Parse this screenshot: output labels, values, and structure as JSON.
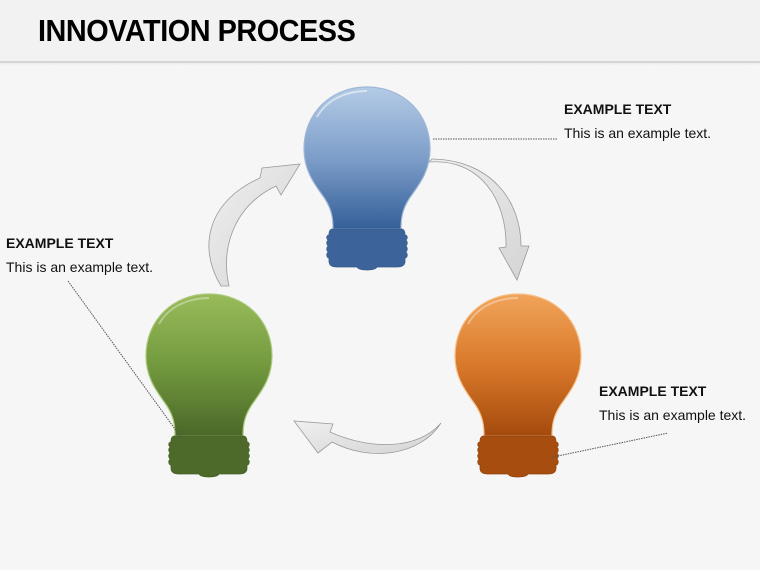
{
  "header": {
    "title": "INNOVATION PROCESS"
  },
  "bulbs": [
    {
      "name": "top",
      "color_light": "#a9c1de",
      "color_dark": "#37629a",
      "base": "#3c649a"
    },
    {
      "name": "left",
      "color_light": "#92b455",
      "color_dark": "#4b6a2a",
      "base": "#4d6a2b"
    },
    {
      "name": "right",
      "color_light": "#f0a256",
      "color_dark": "#a84b0c",
      "base": "#a74d10"
    }
  ],
  "labels": [
    {
      "heading": "EXAMPLE TEXT",
      "body": "This is an example text."
    },
    {
      "heading": "EXAMPLE TEXT",
      "body": "This is an example text."
    },
    {
      "heading": "EXAMPLE TEXT",
      "body": "This is an example text."
    }
  ],
  "colors": {
    "arrow_fill": "#e4e4e4",
    "arrow_stroke": "#9a9a9a",
    "leader_line": "#555555"
  }
}
